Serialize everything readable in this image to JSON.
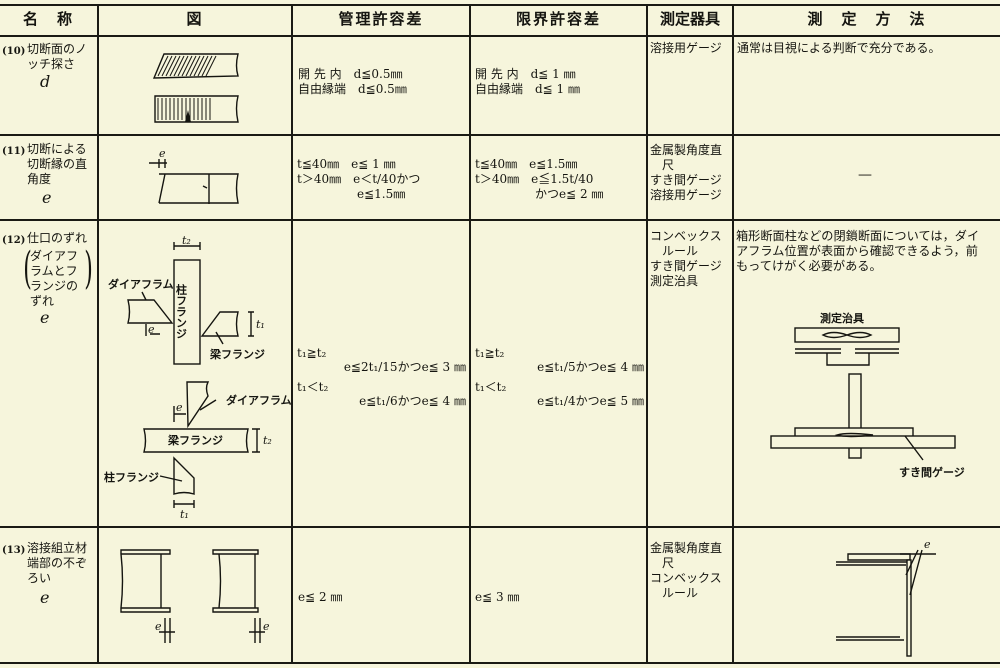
{
  "header": {
    "name": "名　称",
    "figure": "図",
    "control_tolerance": "管理許容差",
    "limit_tolerance": "限界許容差",
    "instrument": "測定器具",
    "method": "測　定　方　法"
  },
  "rows": [
    {
      "number": "(10)",
      "name": "切断面のノ\nッチ探さ",
      "symbol": "d",
      "control": "開 先 内　d≦0.5㎜\n自由縁端　d≦0.5㎜",
      "limit": "開 先 内　d≦ 1 ㎜\n自由縁端　d≦ 1 ㎜",
      "instrument": "溶接用ゲージ",
      "method": "通常は目視による判断で充分である。"
    },
    {
      "number": "(11)",
      "name": "切断による\n切断縁の直\n角度",
      "symbol": "e",
      "figure_labels": {
        "e": "e"
      },
      "control": "t≦40㎜　e≦ 1 ㎜\nt＞40㎜　e＜t/40かつ\n　　　　　e≦1.5㎜",
      "limit": "t≦40㎜　e≦1.5㎜\nt＞40㎜　e≦1.5t/40\n　　　　　かつe≦ 2 ㎜",
      "instrument": "金属製角度直\n　尺\nすき間ゲージ\n溶接用ゲージ",
      "method": "—"
    },
    {
      "number": "(12)",
      "name": "仕口のずれ",
      "name_sub": "ダイアフ\nラムとフ\nランジの\nずれ",
      "symbol": "e",
      "figure_labels": {
        "diaphragm": "ダイアフラム",
        "column_flange": "柱フランジ",
        "beam_flange": "梁フランジ",
        "t1": "t₁",
        "t2": "t₂",
        "e": "e"
      },
      "control_cond": "t₁≧t₂\n\nt₁＜t₂",
      "control": "e≦2t₁/15かつe≦ 3 ㎜\n\ne≦t₁/6かつe≦ 4 ㎜",
      "limit_cond": "t₁≧t₂\n\nt₁＜t₂",
      "limit": "e≦t₁/5かつe≦ 4 ㎜\n\ne≦t₁/4かつe≦ 5 ㎜",
      "instrument": "コンベックス\n　ルール\nすき間ゲージ\n測定治具",
      "method": "箱形断面柱などの閉鎖断面については，ダイ\nアフラム位置が表面から確認できるよう，前\nもってけがく必要がある。",
      "method_labels": {
        "jig": "測定治具",
        "gap_gauge": "すき間ゲージ"
      }
    },
    {
      "number": "(13)",
      "name": "溶接組立材\n端部の不ぞ\nろい",
      "symbol": "e",
      "figure_labels": {
        "e": "e"
      },
      "control": "e≦ 2 ㎜",
      "limit": "e≦ 3 ㎜",
      "instrument": "金属製角度直\n　尺\nコンベックス\n　ルール",
      "method_labels": {
        "e": "e"
      }
    }
  ]
}
